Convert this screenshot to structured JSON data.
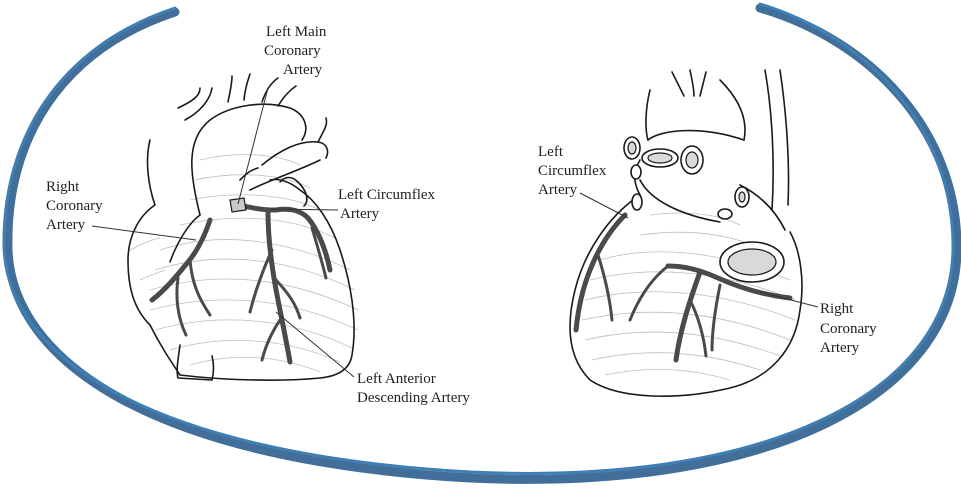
{
  "colors": {
    "ellipse_stroke": "#3f7fb4",
    "ellipse_shadow": "#2c5f8f",
    "artery": "#4a4a4a",
    "outline": "#1a1a1a"
  },
  "anterior_view": {
    "left_main_coronary_artery": [
      "Left Main",
      "Coronary",
      "Artery"
    ],
    "left_circumflex_artery": [
      "Left Circumflex",
      "Artery"
    ],
    "right_coronary_artery": [
      "Right",
      "Coronary",
      "Artery"
    ],
    "left_anterior_descending_artery": [
      "Left Anterior",
      "Descending Artery"
    ]
  },
  "posterior_view": {
    "left_circumflex_artery": [
      "Left",
      "Circumflex",
      "Artery"
    ],
    "right_coronary_artery": [
      "Right",
      "Coronary",
      "Artery"
    ]
  }
}
